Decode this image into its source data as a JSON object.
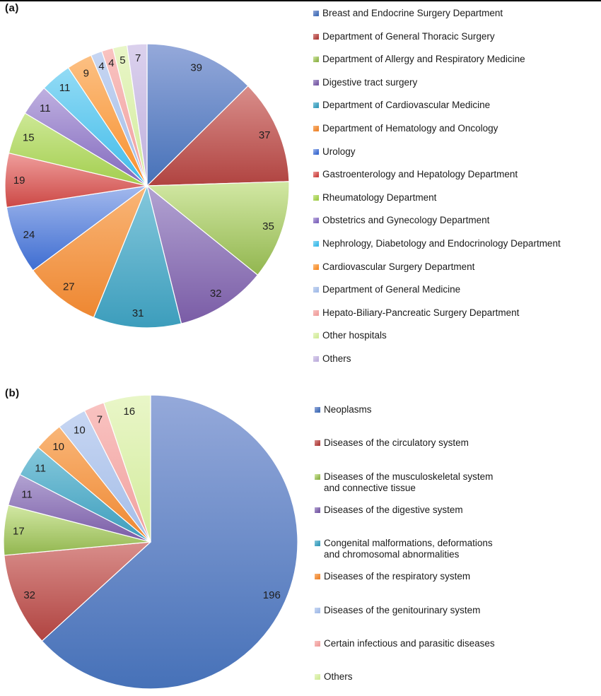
{
  "chart_data": [
    {
      "id": "a",
      "panel_label": "(a)",
      "type": "pie",
      "start_angle_deg": 0,
      "direction": "clockwise",
      "total": 310,
      "legend_position": "right",
      "value_labels": "inside",
      "slices": [
        {
          "label": "Breast and Endocrine Surgery Department",
          "value": 39,
          "color": "#4671B8",
          "tint": "#95A9DA"
        },
        {
          "label": "Department of General Thoracic Surgery",
          "value": 37,
          "color": "#B04340",
          "tint": "#D98E8B"
        },
        {
          "label": "Department of Allergy and Respiratory Medicine",
          "value": 35,
          "color": "#92B64F",
          "tint": "#D2E8A4"
        },
        {
          "label": "Digestive tract surgery",
          "value": 32,
          "color": "#7A5CA6",
          "tint": "#B2A3D2"
        },
        {
          "label": "Department of Cardiovascular Medicine",
          "value": 31,
          "color": "#3C9DBC",
          "tint": "#85C8DC"
        },
        {
          "label": "Department of Hematology and Oncology",
          "value": 27,
          "color": "#EE8731",
          "tint": "#F9B678"
        },
        {
          "label": "Urology",
          "value": 24,
          "color": "#3E6DD1",
          "tint": "#A3B9ED"
        },
        {
          "label": "Gastroenterology and Hepatology Department",
          "value": 19,
          "color": "#CC4845",
          "tint": "#EF9E9C"
        },
        {
          "label": "Rheumatology Department",
          "value": 15,
          "color": "#A3CE4E",
          "tint": "#CDE896"
        },
        {
          "label": "Obstetrics and Gynecology Department",
          "value": 11,
          "color": "#8168BD",
          "tint": "#BFB0E0"
        },
        {
          "label": "Nephrology, Diabetology and Endocrinology Department",
          "value": 11,
          "color": "#3FBBE9",
          "tint": "#93DBF5"
        },
        {
          "label": "Cardiovascular Surgery Department",
          "value": 9,
          "color": "#F78F2D",
          "tint": "#FCC083"
        },
        {
          "label": "Department of General Medicine",
          "value": 4,
          "color": "#A4BDE8",
          "tint": "#C7D6F2"
        },
        {
          "label": "Hepato-Biliary-Pancreatic Surgery Department",
          "value": 4,
          "color": "#F0A09E",
          "tint": "#F9C3C1"
        },
        {
          "label": "Other hospitals",
          "value": 5,
          "color": "#D2EB9B",
          "tint": "#E9F6C8"
        },
        {
          "label": "Others",
          "value": 7,
          "color": "#BFB0DD",
          "tint": "#DBD1ED"
        }
      ]
    },
    {
      "id": "b",
      "panel_label": "(b)",
      "type": "pie",
      "start_angle_deg": 0,
      "direction": "clockwise",
      "total": 310,
      "legend_position": "right",
      "value_labels": "inside",
      "slices": [
        {
          "label": "Neoplasms",
          "value": 196,
          "color": "#4671B8",
          "tint": "#95A9DA"
        },
        {
          "label": "Diseases of the circulatory system",
          "value": 32,
          "color": "#B04340",
          "tint": "#D98E8B"
        },
        {
          "label": "Diseases of the musculoskeletal system and connective tissue",
          "value": 17,
          "color": "#92B64F",
          "tint": "#D2E8A4",
          "lines": [
            "Diseases of the musculoskeletal system",
            "and connective tissue"
          ]
        },
        {
          "label": "Diseases of the digestive system",
          "value": 11,
          "color": "#7A5CA6",
          "tint": "#B2A3D2"
        },
        {
          "label": "Congenital malformations, deformations and chromosomal abnormalities",
          "value": 11,
          "color": "#3C9DBC",
          "tint": "#85C8DC",
          "lines": [
            "Congenital malformations, deformations",
            "and chromosomal abnormalities"
          ]
        },
        {
          "label": "Diseases of the respiratory system",
          "value": 10,
          "color": "#EE8731",
          "tint": "#F9B678"
        },
        {
          "label": "Diseases of the genitourinary system",
          "value": 10,
          "color": "#A4BDE8",
          "tint": "#C7D6F2"
        },
        {
          "label": "Certain infectious and parasitic diseases",
          "value": 7,
          "color": "#F0A09E",
          "tint": "#F9C3C1"
        },
        {
          "label": "Others",
          "value": 16,
          "color": "#D2EB9B",
          "tint": "#E9F6C8"
        }
      ]
    }
  ]
}
